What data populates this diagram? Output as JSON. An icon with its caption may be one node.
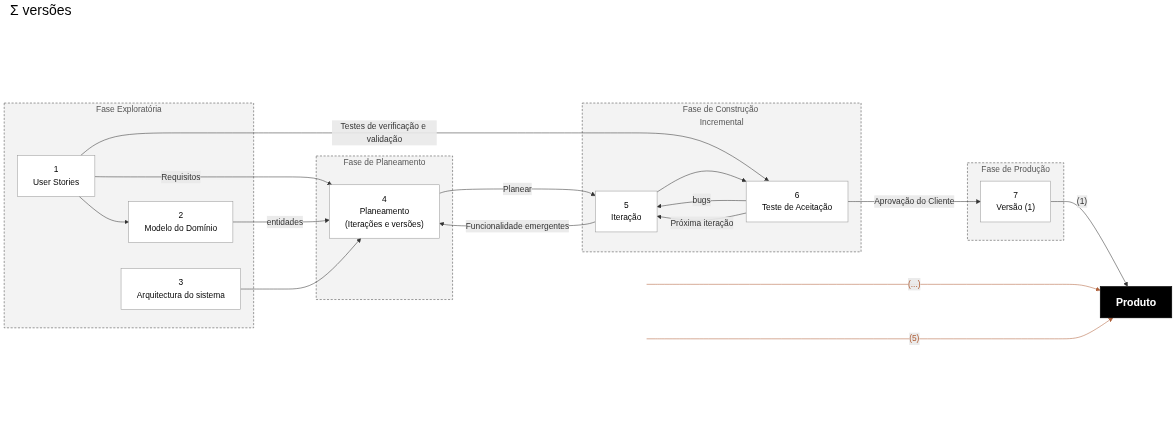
{
  "diagram": {
    "nodes": [
      {
        "text": [
          "Fase Exploratória"
        ]
      },
      {
        "text": [
          "1",
          "User Stories"
        ],
        "in": 0
      },
      {
        "text": [
          "2",
          "Modelo do Domínio"
        ],
        "in": 0
      },
      {
        "text": [
          "3",
          "Arquitectura do sistema"
        ],
        "in": 0
      },
      {
        "text": [
          "Fase de Planeamento"
        ]
      },
      {
        "text": [
          "4",
          "Planeamento",
          "(Iterações e versões)"
        ],
        "in": 4
      },
      {
        "text": [
          "Fase de Construção Incremental"
        ]
      },
      {
        "text": [
          "5",
          "Iteração"
        ],
        "in": 6
      },
      {
        "text": [
          "6",
          "Teste de Aceitação"
        ],
        "in": 6
      },
      {
        "text": [
          "Fase de Produção"
        ]
      },
      {
        "text": [
          "7",
          "Versão (1)"
        ],
        "in": 9
      },
      {
        "text": [
          "Produto"
        ]
      }
    ],
    "edges": [
      {
        "from": 1,
        "to": 2,
        "arrow": "to"
      },
      {
        "from": 1,
        "to": 5,
        "arrow": "to",
        "label": "Requisitos"
      },
      {
        "from": 2,
        "to": 5,
        "arrow": "to",
        "label": "entidades"
      },
      {
        "from": 3,
        "to": 5,
        "arrow": "to"
      },
      {
        "from": 1,
        "to": 8,
        "arrow": "to",
        "label": "Testes de verificação e validação"
      },
      {
        "from": 7,
        "to": 5,
        "arrow": "to",
        "label": "Funcionalidade emergentes"
      },
      {
        "from": 5,
        "to": 7,
        "arrow": "to",
        "label": "Planear"
      },
      {
        "from": 7,
        "to": 8,
        "arrow": "to"
      },
      {
        "from": 8,
        "to": 7,
        "arrow": "to",
        "label": "bugs"
      },
      {
        "from": 8,
        "to": 7,
        "arrow": "to",
        "label": "Próxima iteração"
      },
      {
        "from": 8,
        "to": 10,
        "arrow": "to",
        "label": "Aprovação do Cliente"
      },
      {
        "from": 10,
        "to": 11,
        "arrow": "to",
        "label": "(1)"
      },
      {
        "from": null,
        "to": 11,
        "arrow": "to",
        "label": "(...)",
        "color": "#b0603a"
      },
      {
        "from": null,
        "to": 11,
        "arrow": "to",
        "label": "(5)",
        "color": "#b0603a"
      }
    ],
    "labels": [
      "Σ versões"
    ]
  }
}
